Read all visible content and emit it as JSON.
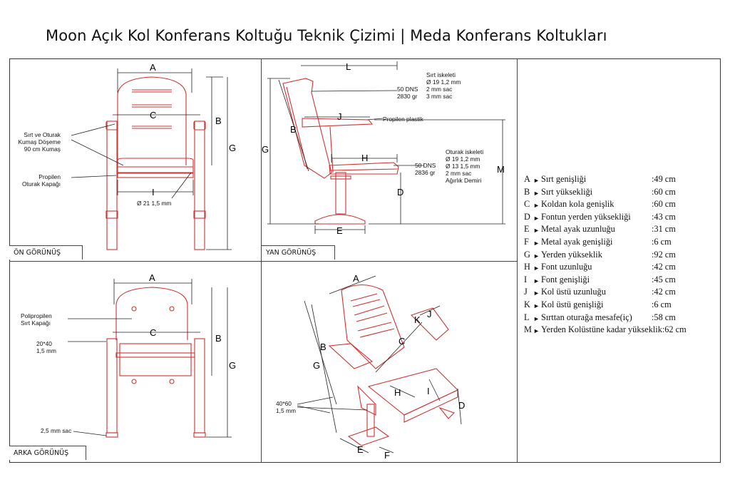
{
  "title": "Moon Açık Kol Konferans Koltuğu Teknik Çizimi | Meda Konferans Koltukları",
  "views": {
    "front": "ÖN GÖRÜNÜŞ",
    "side": "YAN GÖRÜNÜŞ",
    "back": "ARKA GÖRÜNÜŞ"
  },
  "annotations": {
    "front_fabric": "Sırt ve Oturak\nKumaş Döşeme\n90 cm Kumaş",
    "front_seatcover": "Propilen\nOturak Kapağı",
    "front_tube": "Ø 21 1,5 mm",
    "side_back_frame": "Sırt iskeleti\nØ 19 1,2 mm\n2 mm sac\n3 mm sac",
    "side_back_foam": "50 DNS\n2830 gr",
    "side_arm": "Propilen plastik",
    "side_seat_frame": "Oturak iskeleti\nØ 19 1,2 mm\nØ 13 1,5 mm\n2 mm sac\nAğırlık Demiri",
    "side_seat_foam": "50 DNS\n2836 gr",
    "back_cover": "Polipropilen\nSırt Kapağı",
    "back_profile": "20*40\n1,5 mm",
    "back_sheet": "2,5 mm sac",
    "persp_profile": "40*60\n1,5 mm"
  },
  "dims": {
    "A": "A",
    "B": "B",
    "C": "C",
    "D": "D",
    "E": "E",
    "F": "F",
    "G": "G",
    "H": "H",
    "I": "I",
    "J": "J",
    "K": "K",
    "L": "L",
    "M": "M"
  },
  "legend": [
    {
      "k": "A",
      "name": "Sırt genişliği",
      "val": ":49 cm"
    },
    {
      "k": "B",
      "name": "Sırt yüksekliği",
      "val": ":60 cm"
    },
    {
      "k": "C",
      "name": "Koldan kola genişlik",
      "val": ":60 cm"
    },
    {
      "k": "D",
      "name": "Fontun yerden yüksekliği",
      "val": ":43 cm"
    },
    {
      "k": "E",
      "name": "Metal ayak uzunluğu",
      "val": ":31 cm"
    },
    {
      "k": "F",
      "name": "Metal ayak genişliği",
      "val": ":6 cm"
    },
    {
      "k": "G",
      "name": "Yerden yükseklik",
      "val": ":92 cm"
    },
    {
      "k": "H",
      "name": "Font uzunluğu",
      "val": ":42 cm"
    },
    {
      "k": "I",
      "name": "Font genişliği",
      "val": ":45 cm"
    },
    {
      "k": "J",
      "name": "Kol üstü uzunluğu",
      "val": ":42 cm"
    },
    {
      "k": "K",
      "name": "Kol üstü genişliği",
      "val": ":6 cm"
    },
    {
      "k": "L",
      "name": "Sırttan oturağa mesafe(iç)",
      "val": ":58 cm"
    },
    {
      "k": "M",
      "name": "Yerden Kolüstüne kadar yükseklik",
      "val": ":62 cm"
    }
  ],
  "colors": {
    "outline": "#c33",
    "dim": "#222"
  }
}
